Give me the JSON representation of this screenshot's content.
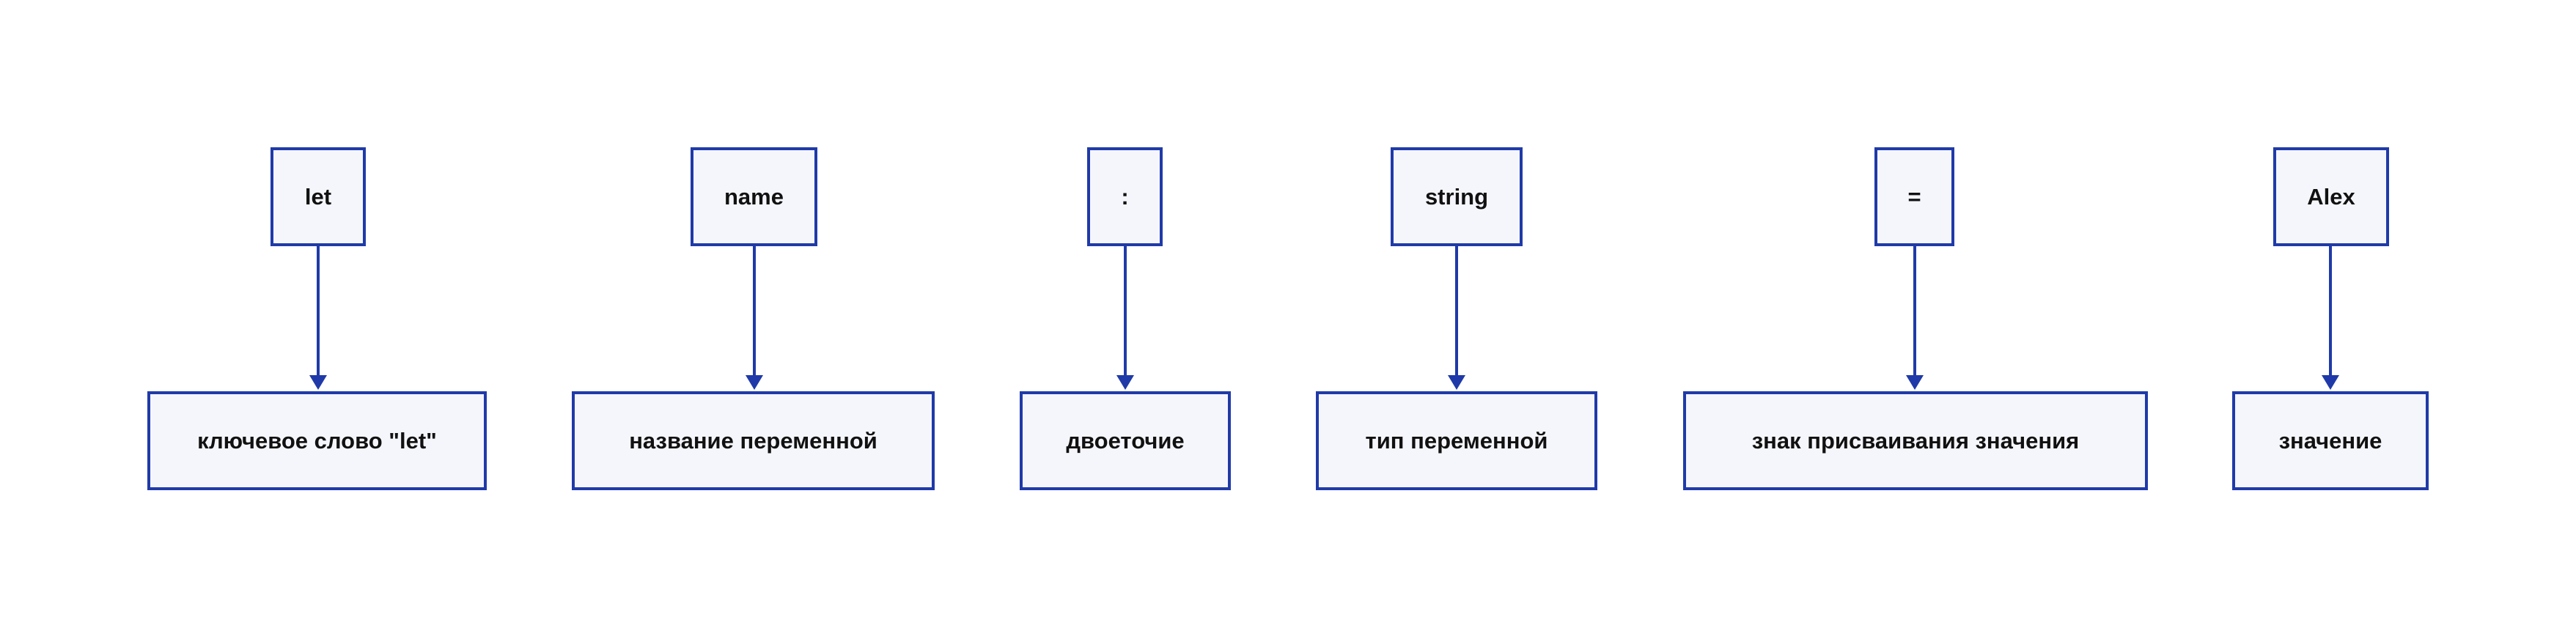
{
  "diagram": {
    "tokens": [
      {
        "label": "let",
        "description": "ключевое слово \"let\""
      },
      {
        "label": "name",
        "description": "название переменной"
      },
      {
        "label": ":",
        "description": "двоеточие"
      },
      {
        "label": "string",
        "description": "тип переменной"
      },
      {
        "label": "=",
        "description": "знак присваивания значения"
      },
      {
        "label": "Alex",
        "description": "значение"
      }
    ]
  },
  "colors": {
    "border": "#1f3aa8",
    "fill": "#f5f6fb",
    "text": "#111111"
  }
}
